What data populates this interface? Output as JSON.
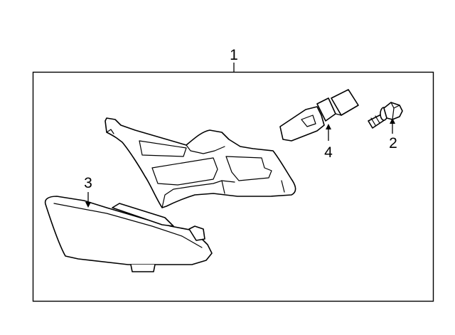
{
  "diagram": {
    "callouts": [
      {
        "id": "assembly",
        "label": "1"
      },
      {
        "id": "bolt",
        "label": "2"
      },
      {
        "id": "lens",
        "label": "3"
      },
      {
        "id": "bulb",
        "label": "4"
      }
    ],
    "colors": {
      "line": "#000000",
      "background": "#ffffff"
    }
  }
}
